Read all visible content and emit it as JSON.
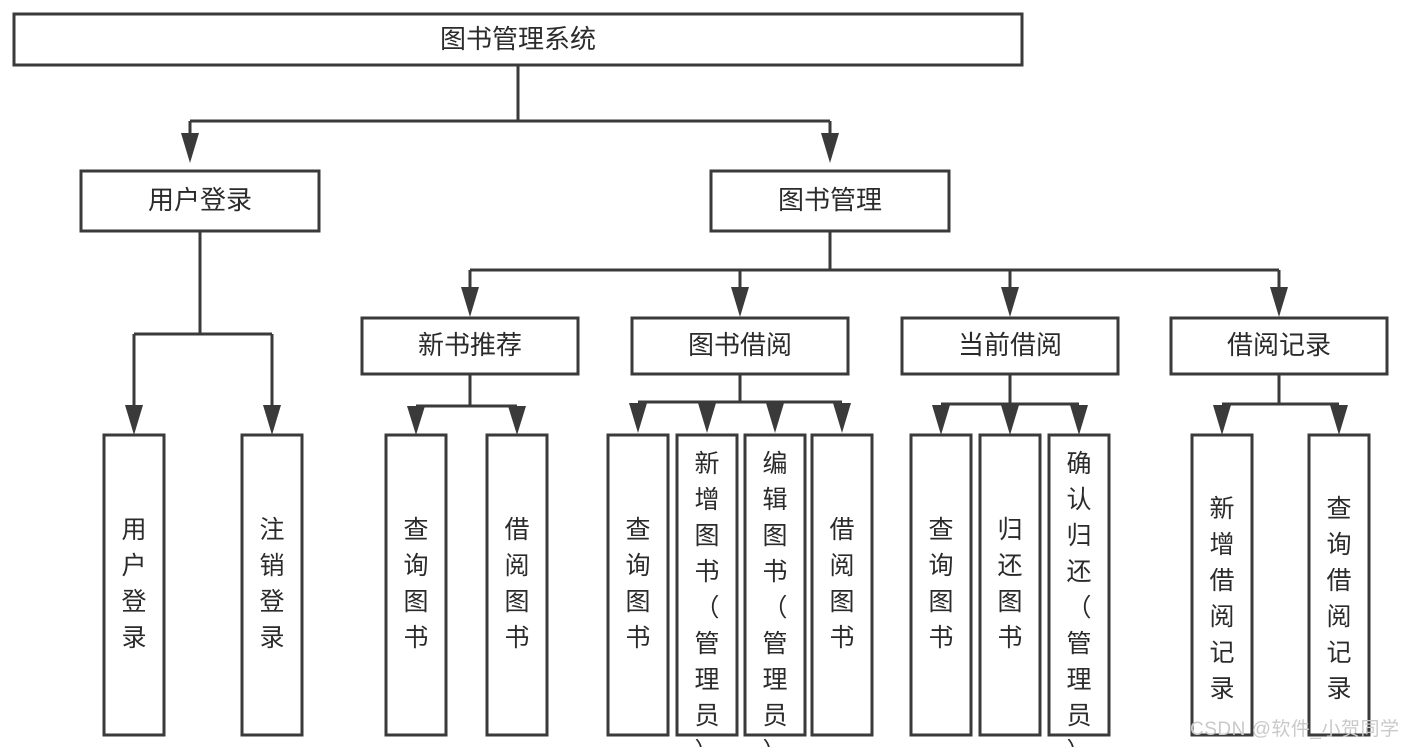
{
  "diagram": {
    "title": "图书管理系统",
    "type": "tree-hierarchy",
    "root": {
      "id": "root",
      "label": "图书管理系统"
    },
    "level2": [
      {
        "id": "user-login",
        "label": "用户登录"
      },
      {
        "id": "book-manage",
        "label": "图书管理"
      }
    ],
    "level3": [
      {
        "id": "new-book-rec",
        "label": "新书推荐",
        "parent": "book-manage"
      },
      {
        "id": "book-borrow",
        "label": "图书借阅",
        "parent": "book-manage"
      },
      {
        "id": "current-borrow",
        "label": "当前借阅",
        "parent": "book-manage"
      },
      {
        "id": "borrow-record",
        "label": "借阅记录",
        "parent": "book-manage"
      }
    ],
    "leaves": [
      {
        "id": "leaf-user-login",
        "label": "用户登录",
        "parent": "user-login"
      },
      {
        "id": "leaf-user-logout",
        "label": "注销登录",
        "parent": "user-login"
      },
      {
        "id": "leaf-query-book-1",
        "label": "查询图书",
        "parent": "new-book-rec"
      },
      {
        "id": "leaf-borrow-book-1",
        "label": "借阅图书",
        "parent": "new-book-rec"
      },
      {
        "id": "leaf-query-book-2",
        "label": "查询图书",
        "parent": "book-borrow"
      },
      {
        "id": "leaf-add-book",
        "label": "新增图书（管理员）",
        "parent": "book-borrow"
      },
      {
        "id": "leaf-edit-book",
        "label": "编辑图书（管理员）",
        "parent": "book-borrow"
      },
      {
        "id": "leaf-borrow-book-2",
        "label": "借阅图书",
        "parent": "book-borrow"
      },
      {
        "id": "leaf-query-book-3",
        "label": "查询图书",
        "parent": "current-borrow"
      },
      {
        "id": "leaf-return-book",
        "label": "归还图书",
        "parent": "current-borrow"
      },
      {
        "id": "leaf-confirm-return",
        "label": "确认归还（管理员）",
        "parent": "current-borrow"
      },
      {
        "id": "leaf-add-record",
        "label": "新增借阅记录",
        "parent": "borrow-record"
      },
      {
        "id": "leaf-query-record",
        "label": "查询借阅记录",
        "parent": "borrow-record"
      }
    ]
  },
  "watermark": {
    "text": "CSDN @软件_小贺同学",
    "color": "#c9c9c9"
  },
  "colors": {
    "stroke": "#3a3a3a",
    "box_fill": "#ffffff",
    "text": "#2b2b2b",
    "background": "#ffffff"
  }
}
